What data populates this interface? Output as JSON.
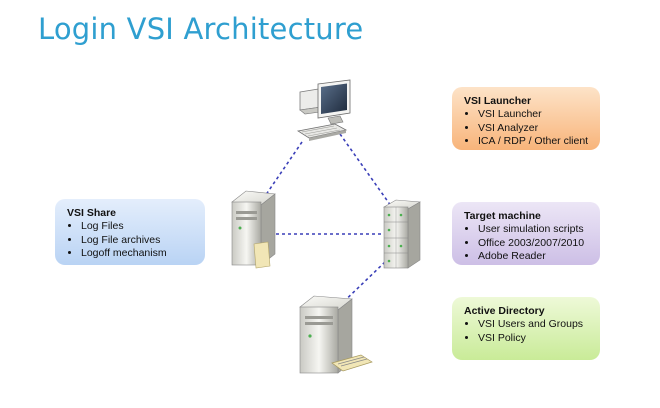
{
  "title": "Login VSI Architecture",
  "colors": {
    "title": "#2f9fd0",
    "connector": "#3a3fb8"
  },
  "nodes": {
    "client": {
      "icon": "desktop-computer-icon"
    },
    "share_server": {
      "icon": "file-server-icon"
    },
    "target_server": {
      "icon": "server-rack-icon"
    },
    "ad_server": {
      "icon": "directory-server-icon"
    }
  },
  "connections": [
    {
      "from": "client",
      "to": "share_server"
    },
    {
      "from": "client",
      "to": "target_server"
    },
    {
      "from": "share_server",
      "to": "target_server"
    },
    {
      "from": "target_server",
      "to": "ad_server"
    }
  ],
  "boxes": {
    "launcher": {
      "heading": "VSI Launcher",
      "items": [
        "VSI Launcher",
        "VSI Analyzer",
        "ICA / RDP / Other client"
      ]
    },
    "target": {
      "heading": "Target machine",
      "items": [
        "User simulation scripts",
        "Office 2003/2007/2010",
        "Adobe Reader"
      ]
    },
    "ad": {
      "heading": "Active Directory",
      "items": [
        "VSI Users and Groups",
        "VSI Policy"
      ]
    },
    "share": {
      "heading": "VSI Share",
      "items": [
        "Log Files",
        "Log File archives",
        "Logoff mechanism"
      ]
    }
  }
}
